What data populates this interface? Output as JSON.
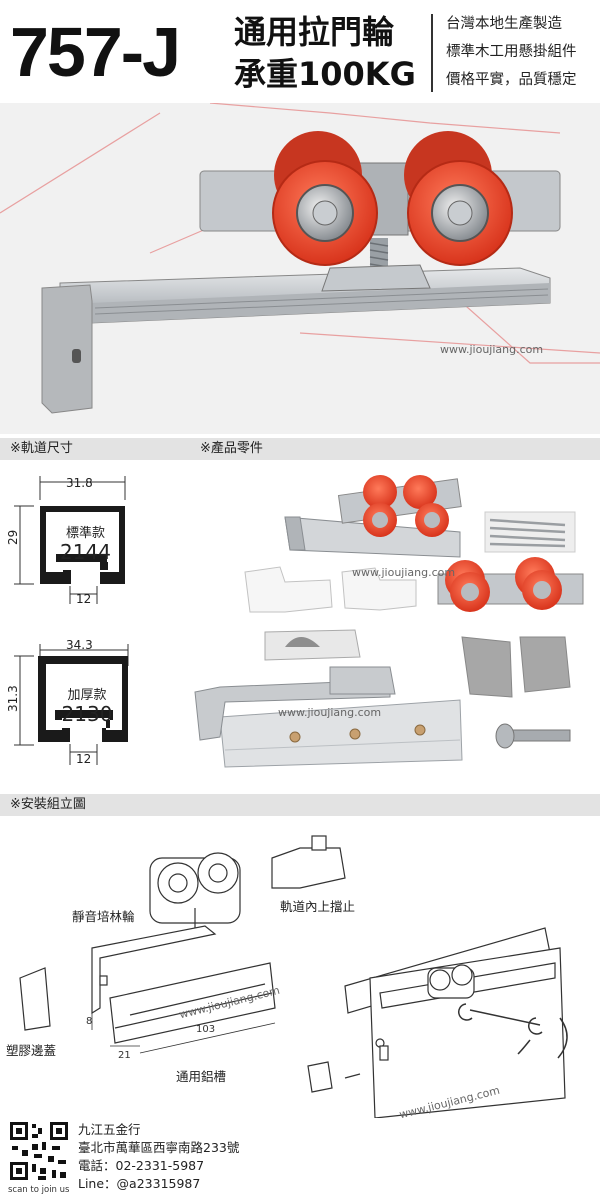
{
  "header": {
    "model": "757-J",
    "title_line1": "通用拉門輪",
    "title_line2": "承重100KG",
    "features": [
      "台灣本地生產製造",
      "標準木工用懸掛組件",
      "價格平實，品質穩定"
    ]
  },
  "watermark": "www.jioujiang.com",
  "sections": {
    "track_size": "※軌道尺寸",
    "parts": "※產品零件",
    "install": "※安裝組立圖"
  },
  "profiles": [
    {
      "label": "標準款",
      "code": "2144",
      "width": "31.8",
      "height": "29",
      "slot": "12"
    },
    {
      "label": "加厚款",
      "code": "2130",
      "width": "34.3",
      "height": "31.3",
      "slot": "12"
    }
  ],
  "diagram": {
    "wheel_label": "靜音培林輪",
    "stopper_label": "軌道內上擋止",
    "cap_label": "塑膠邊蓋",
    "rail_label": "通用鋁槽",
    "dim_8": "8",
    "dim_21": "21",
    "dim_103": "103"
  },
  "footer": {
    "company": "九江五金行",
    "address": "臺北市萬華區西寧南路233號",
    "phone": "電話：02-2331-5987",
    "line": "Line：@a23315987",
    "scan": "scan to join us"
  },
  "colors": {
    "wheel": "#e8442b",
    "metal": "#b8bcc0",
    "section_bar": "#e3e3e3"
  }
}
